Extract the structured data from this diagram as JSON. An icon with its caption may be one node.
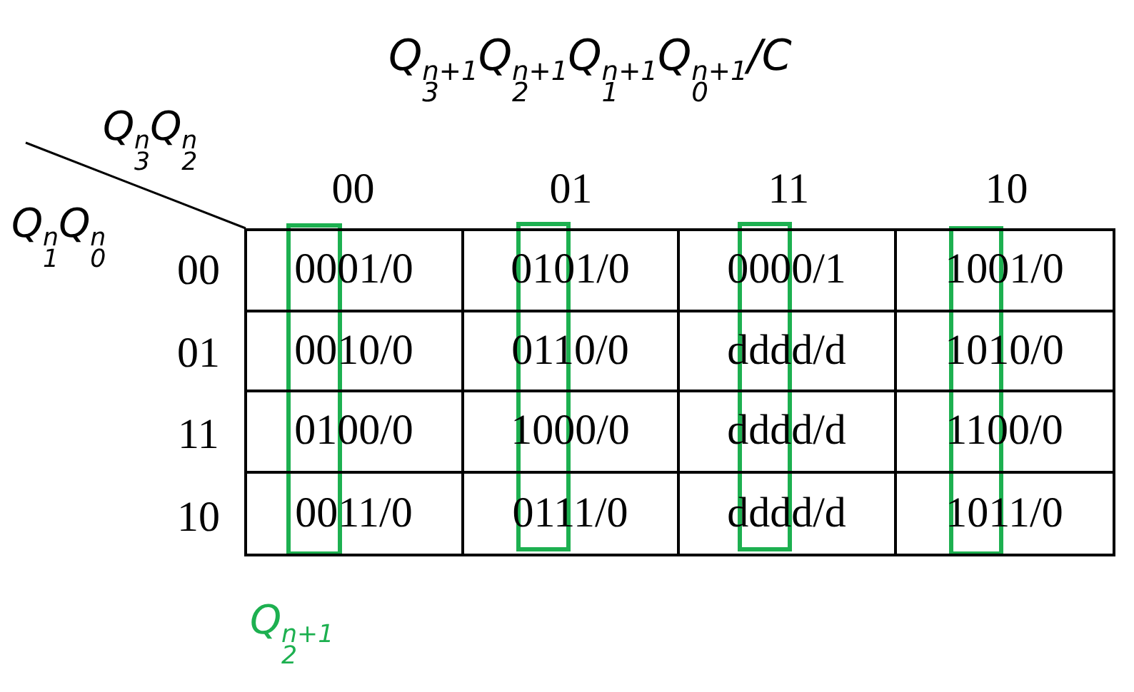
{
  "diagram": {
    "title": "Q$_{3}$$^{n+1}$Q$_{2}$$^{n+1}$Q$_{1}$$^{n+1}$Q$_{0}$$^{n+1}$/C",
    "labels": [
      "Q$_{3}$$^{n}$Q$_{2}$$^{n}$",
      "Q$_{1}$$^{n}$Q$_{0}$$^{n}$",
      "00",
      "01",
      "11",
      "10",
      "00",
      "0001/0",
      "0101/0",
      "0000/1",
      "1001/0",
      "01",
      "0010/0",
      "0110/0",
      "dddd/d",
      "1010/0",
      "11",
      "0100/0",
      "1000/0",
      "dddd/d",
      "1100/0",
      "10",
      "0011/0",
      "0111/0",
      "dddd/d",
      "1011/0",
      "Q$_{2}$$^{n+1}$"
    ]
  }
}
